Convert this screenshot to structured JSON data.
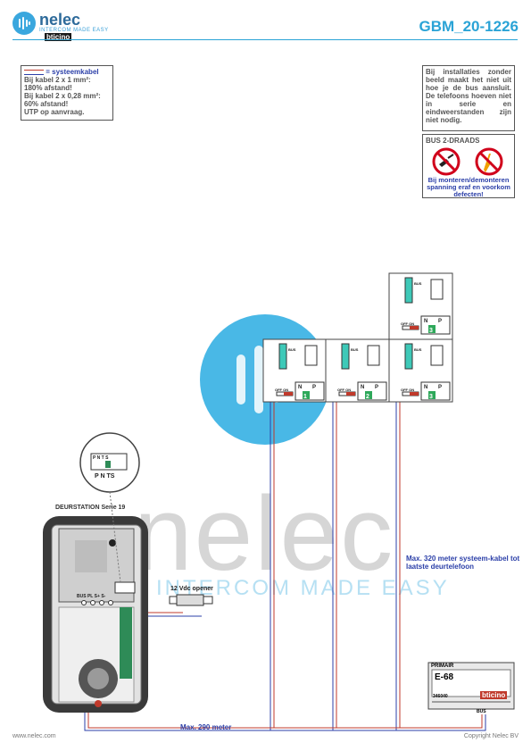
{
  "header": {
    "brand": "nelec",
    "brand_sub": "INTERCOM MADE EASY",
    "bticino": "bticino",
    "doc_code": "GBM_20-1226"
  },
  "cable_note": {
    "legend": "= systeemkabel",
    "lines": [
      "Bij kabel 2 x 1 mm²:",
      "180% afstand!",
      "Bij kabel 2 x 0,28 mm²:",
      "60% afstand!",
      "UTP op aanvraag."
    ]
  },
  "install_note": {
    "text": "Bij installaties zonder beeld maakt het niet uit hoe je de bus aansluit. De telefoons hoeven niet in serie en eindweerstanden zijn niet nodig."
  },
  "bus_box": {
    "title": "BUS 2-DRAADS",
    "warning": "Bij monteren/demonteren spanning eraf en voorkom defecten!"
  },
  "watermark": {
    "text": "nelec",
    "tagline": "INTERCOM MADE EASY"
  },
  "deurstation": {
    "label": "DEURSTATION Serie 19",
    "switch_labels": [
      "P",
      "N",
      "T",
      "S"
    ],
    "terminal_labels": [
      "BUS",
      "PL",
      "S+",
      "S-"
    ],
    "detail_letters": "P N TS"
  },
  "opener": {
    "label": "12 Vdc opener"
  },
  "phones": [
    {
      "n_label": "N",
      "p_label": "P",
      "number": "1",
      "switch": "OFF ON",
      "terminal": "BUS"
    },
    {
      "n_label": "N",
      "p_label": "P",
      "number": "2",
      "switch": "OFF ON",
      "terminal": "BUS"
    },
    {
      "n_label": "N",
      "p_label": "P",
      "number": "3",
      "switch": "OFF ON",
      "terminal": "BUS"
    },
    {
      "n_label": "N",
      "p_label": "P",
      "number": "3",
      "switch": "OFF ON",
      "terminal": "BUS"
    }
  ],
  "psu": {
    "label": "PRIMAIR",
    "model": "E-68",
    "code": "346040",
    "brand": "bticino",
    "bus_label": "BUS"
  },
  "distances": {
    "max320": "Max. 320 meter systeem-kabel tot laatste deurtelefoon",
    "max290": "Max. 290 meter"
  },
  "footer": {
    "left": "www.nelec.com",
    "right": "Copyright Nelec BV"
  },
  "colors": {
    "accent": "#2aa3d6",
    "bus_blue": "#2b3fa8",
    "bus_red": "#c0392b",
    "terminal_green": "#27a85a"
  }
}
